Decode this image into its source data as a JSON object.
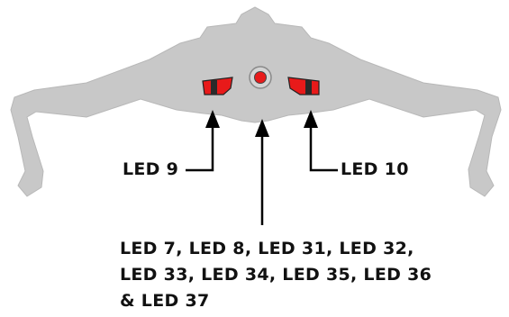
{
  "diagram": {
    "labels": {
      "led9": "LED 9",
      "led10": "LED 10",
      "main_lines": [
        "LED 7, LED 8, LED 31, LED 32,",
        "LED 33, LED 34, LED 35, LED 36",
        "& LED 37"
      ]
    },
    "colors": {
      "hull": "#c8c8c8",
      "hull_outline": "#b4b4b4",
      "led_red": "#e81a1a",
      "led_dark": "#2a2a2a",
      "arrow": "#000000"
    }
  }
}
